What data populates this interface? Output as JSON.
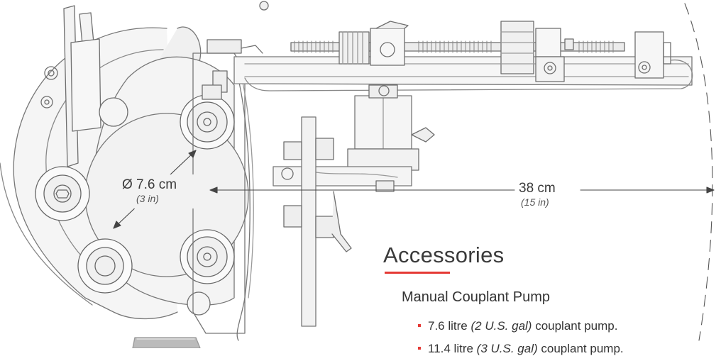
{
  "diagram": {
    "diameter_label": "Ø 7.6 cm",
    "diameter_sub": "(3 in)",
    "length_label": "38 cm",
    "length_sub": "(15 in)"
  },
  "accessories": {
    "title": "Accessories",
    "accent_color": "#e53935",
    "item_title": "Manual Couplant Pump",
    "bullets": [
      {
        "text": "7.6 litre ",
        "italic": "(2 U.S. gal)",
        "rest": " couplant pump."
      },
      {
        "text": "11.4 litre ",
        "italic": "(3 U.S. gal)",
        "rest": " couplant pump."
      }
    ]
  }
}
